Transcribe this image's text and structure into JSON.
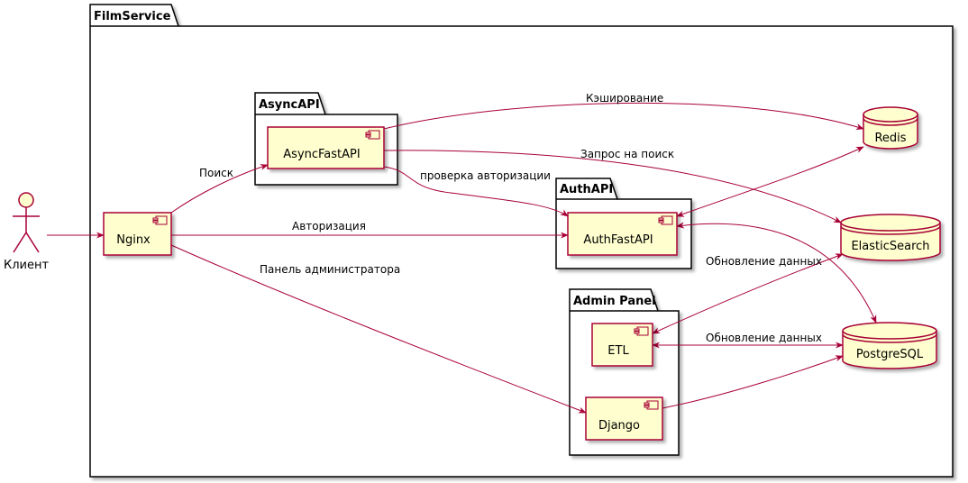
{
  "packages": {
    "film_service": "FilmService",
    "async_api": "AsyncAPI",
    "auth_api": "AuthAPI",
    "admin_panel": "Admin Panel"
  },
  "actor": {
    "label": "Клиент"
  },
  "components": {
    "nginx": "Nginx",
    "async_fast_api": "AsyncFastAPI",
    "auth_fast_api": "AuthFastAPI",
    "etl": "ETL",
    "django": "Django"
  },
  "databases": {
    "redis": "Redis",
    "elastic": "ElasticSearch",
    "postgres": "PostgreSQL"
  },
  "edge_labels": {
    "search": "Поиск",
    "authorization": "Авторизация",
    "admin_panel": "Панель администратора",
    "caching": "Кэширование",
    "search_request": "Запрос на поиск",
    "auth_check": "проверка авторизации",
    "data_update_es": "Обновление данных",
    "data_update_pg": "Обновление данных"
  },
  "colors": {
    "node_fill": "#FEFECE",
    "node_stroke": "#A80036",
    "edge": "#A80036"
  }
}
